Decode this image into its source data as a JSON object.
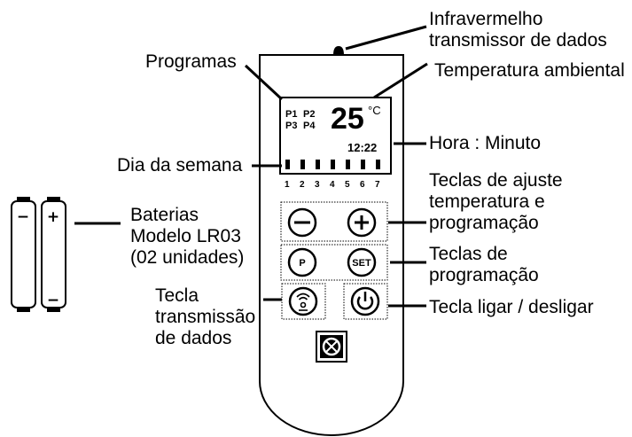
{
  "labels": {
    "infrared": [
      "Infravermelho",
      "transmissor de dados"
    ],
    "ambient_temp": "Temperatura ambiental",
    "programs": "Programas",
    "hour_minute": "Hora : Minuto",
    "weekday": "Dia da semana",
    "adjust_keys": [
      "Teclas de ajuste",
      "temperatura e",
      "programação"
    ],
    "batteries": [
      "Baterias",
      "Modelo LR03",
      "(02 unidades)"
    ],
    "program_keys": [
      "Teclas de",
      "programação"
    ],
    "transmit_key": [
      "Tecla",
      "transmissão",
      "de dados"
    ],
    "power_key": "Tecla ligar / desligar"
  },
  "display": {
    "programs": [
      "P1",
      "P2",
      "P3",
      "P4"
    ],
    "temperature": "25",
    "unit": "°C",
    "time": "12:22",
    "days": [
      "1",
      "2",
      "3",
      "4",
      "5",
      "6",
      "7"
    ]
  },
  "buttons": {
    "minus": "−",
    "plus": "+",
    "program": "P",
    "set": "SET"
  },
  "batteries": {
    "negative": "−",
    "positive": "+"
  }
}
